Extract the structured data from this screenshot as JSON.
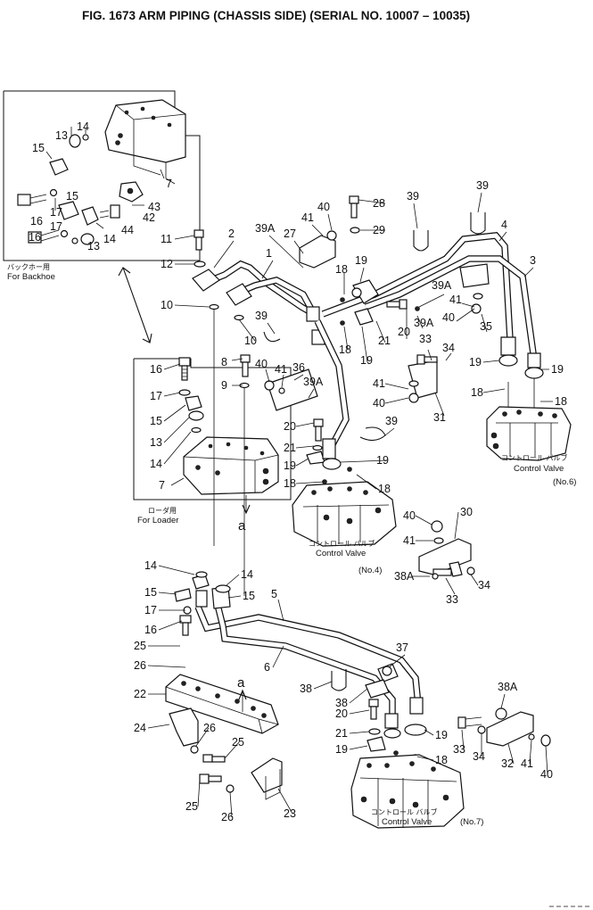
{
  "title": "FIG. 1673  ARM PIPING (CHASSIS SIDE) (SERIAL NO. 10007 – 10035)",
  "insets": {
    "backhoe_jp": "バックホー用",
    "backhoe_en": "For Backhoe",
    "loader_jp": "ローダ用",
    "loader_en": "For Loader"
  },
  "valves": [
    {
      "jp": "コントロール バルブ",
      "en": "Control Valve",
      "no": "(No.6)"
    },
    {
      "jp": "コントロール バルブ",
      "en": "Control Valve",
      "no": "(No.4)"
    },
    {
      "jp": "コントロール バルブ",
      "en": "Control Valve",
      "no": "(No.7)"
    }
  ],
  "section_marker": "a",
  "part_labels": [
    "13",
    "14",
    "15",
    "7",
    "43",
    "15",
    "17",
    "16",
    "17",
    "13",
    "14",
    "44",
    "42",
    "16",
    "11",
    "12",
    "2",
    "1",
    "39A",
    "27",
    "41",
    "40",
    "28",
    "29",
    "39",
    "39",
    "4",
    "3",
    "10",
    "10",
    "39",
    "18",
    "19",
    "18",
    "19",
    "21",
    "20",
    "33",
    "34",
    "39A",
    "41",
    "40",
    "35",
    "39A",
    "8",
    "9",
    "40",
    "41",
    "36",
    "39A",
    "16",
    "17",
    "15",
    "13",
    "14",
    "7",
    "20",
    "21",
    "19",
    "39",
    "19",
    "31",
    "41",
    "40",
    "19",
    "19",
    "18",
    "18",
    "18",
    "18",
    "40",
    "41",
    "30",
    "38A",
    "33",
    "34",
    "14",
    "14",
    "15",
    "15",
    "17",
    "16",
    "25",
    "5",
    "26",
    "6",
    "22",
    "24",
    "26",
    "25",
    "25",
    "26",
    "23",
    "a",
    "37",
    "38",
    "38",
    "20",
    "21",
    "19",
    "19",
    "18",
    "33",
    "34",
    "38A",
    "32",
    "41",
    "40"
  ]
}
